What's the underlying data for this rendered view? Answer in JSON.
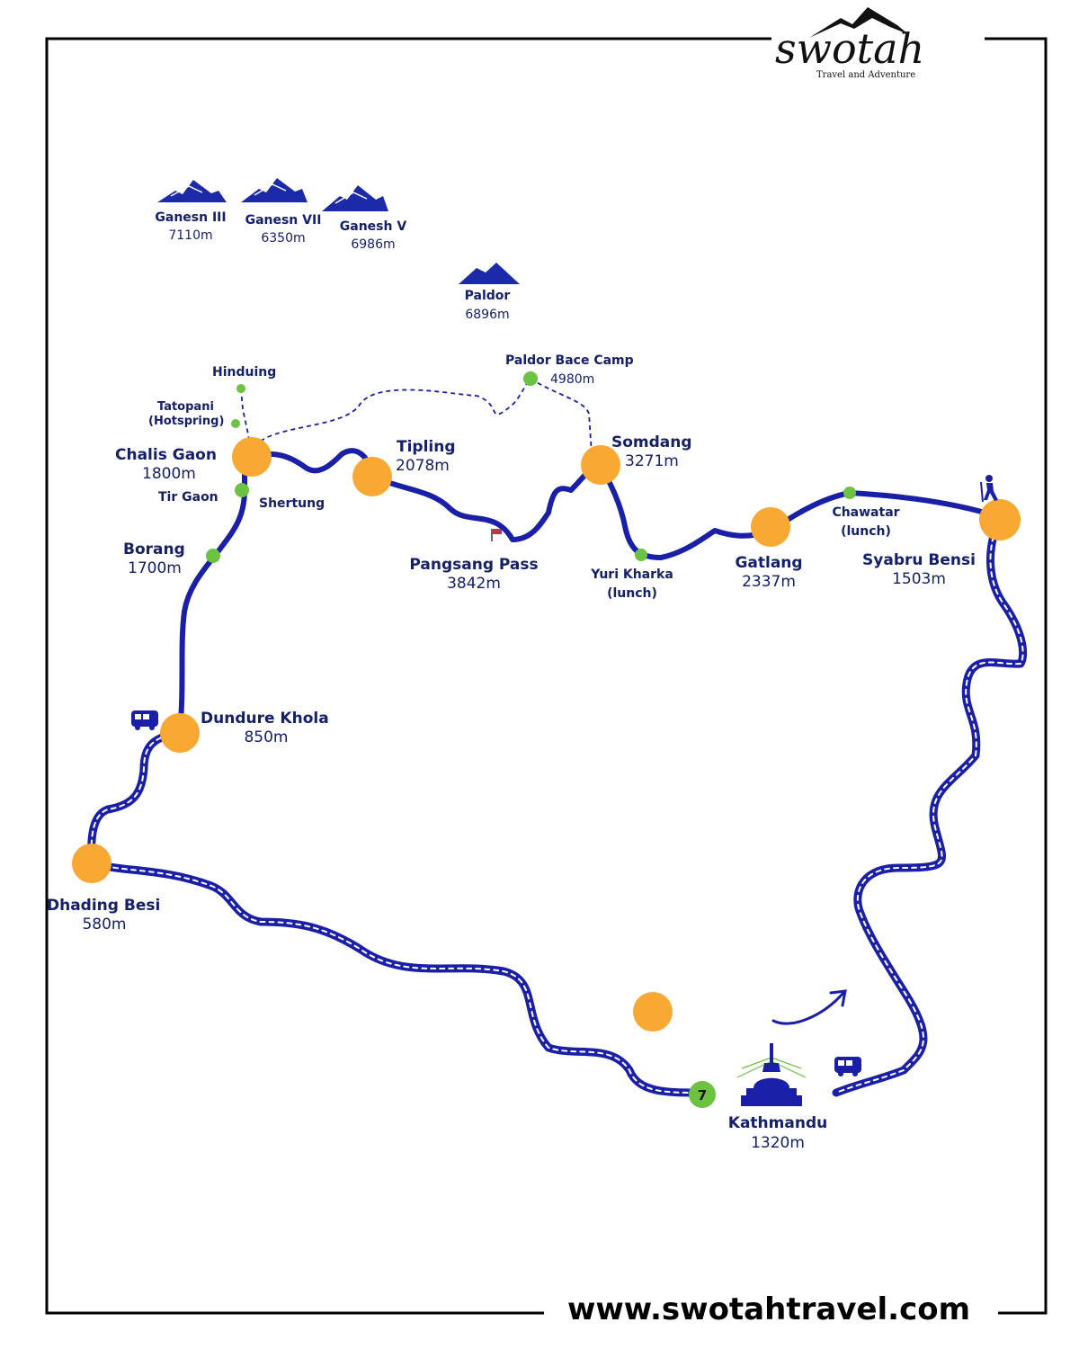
{
  "brand": {
    "name": "swotah",
    "tagline": "Travel and Adventure",
    "website": "www.swotahtravel.com"
  },
  "colors": {
    "route": "#1a1fa8",
    "stop_major": "#f9a833",
    "stop_minor": "#6cc241",
    "label": "#14206b",
    "peak": "#1a2aa8"
  },
  "peaks": [
    {
      "name": "Ganesn III",
      "elev": "7110m"
    },
    {
      "name": "Ganesn VII",
      "elev": "6350m"
    },
    {
      "name": "Ganesh V",
      "elev": "6986m"
    },
    {
      "name": "Paldor",
      "elev": "6896m"
    }
  ],
  "places": {
    "hinduing": {
      "name": "Hinduing"
    },
    "tatopani": {
      "name": "Tatopani",
      "name2": "(Hotspring)"
    },
    "chalis_gaon": {
      "name": "Chalis Gaon",
      "elev": "1800m"
    },
    "tir_gaon": {
      "name": "Tir Gaon"
    },
    "shertung": {
      "name": "Shertung"
    },
    "borang": {
      "name": "Borang",
      "elev": "1700m"
    },
    "tipling": {
      "name": "Tipling",
      "elev": "2078m"
    },
    "paldor_bc": {
      "name": "Paldor Bace Camp",
      "elev": "4980m"
    },
    "somdang": {
      "name": "Somdang",
      "elev": "3271m"
    },
    "pangsang": {
      "name": "Pangsang Pass",
      "elev": "3842m"
    },
    "yuri": {
      "name": "Yuri Kharka",
      "name2": "(lunch)"
    },
    "gatlang": {
      "name": "Gatlang",
      "elev": "2337m"
    },
    "chawatar": {
      "name": "Chawatar",
      "name2": "(lunch)"
    },
    "syabru": {
      "name": "Syabru Bensi",
      "elev": "1503m"
    },
    "dundure": {
      "name": "Dundure Khola",
      "elev": "850m"
    },
    "dhading": {
      "name": "Dhading Besi",
      "elev": "580m"
    },
    "kathmandu": {
      "name": "Kathmandu",
      "elev": "1320m"
    }
  },
  "day_badge": "7",
  "icons": [
    "bus-icon",
    "bus-icon",
    "hiker-icon",
    "flag-icon",
    "stupa-icon",
    "arrow-icon",
    "mountain-icon"
  ]
}
